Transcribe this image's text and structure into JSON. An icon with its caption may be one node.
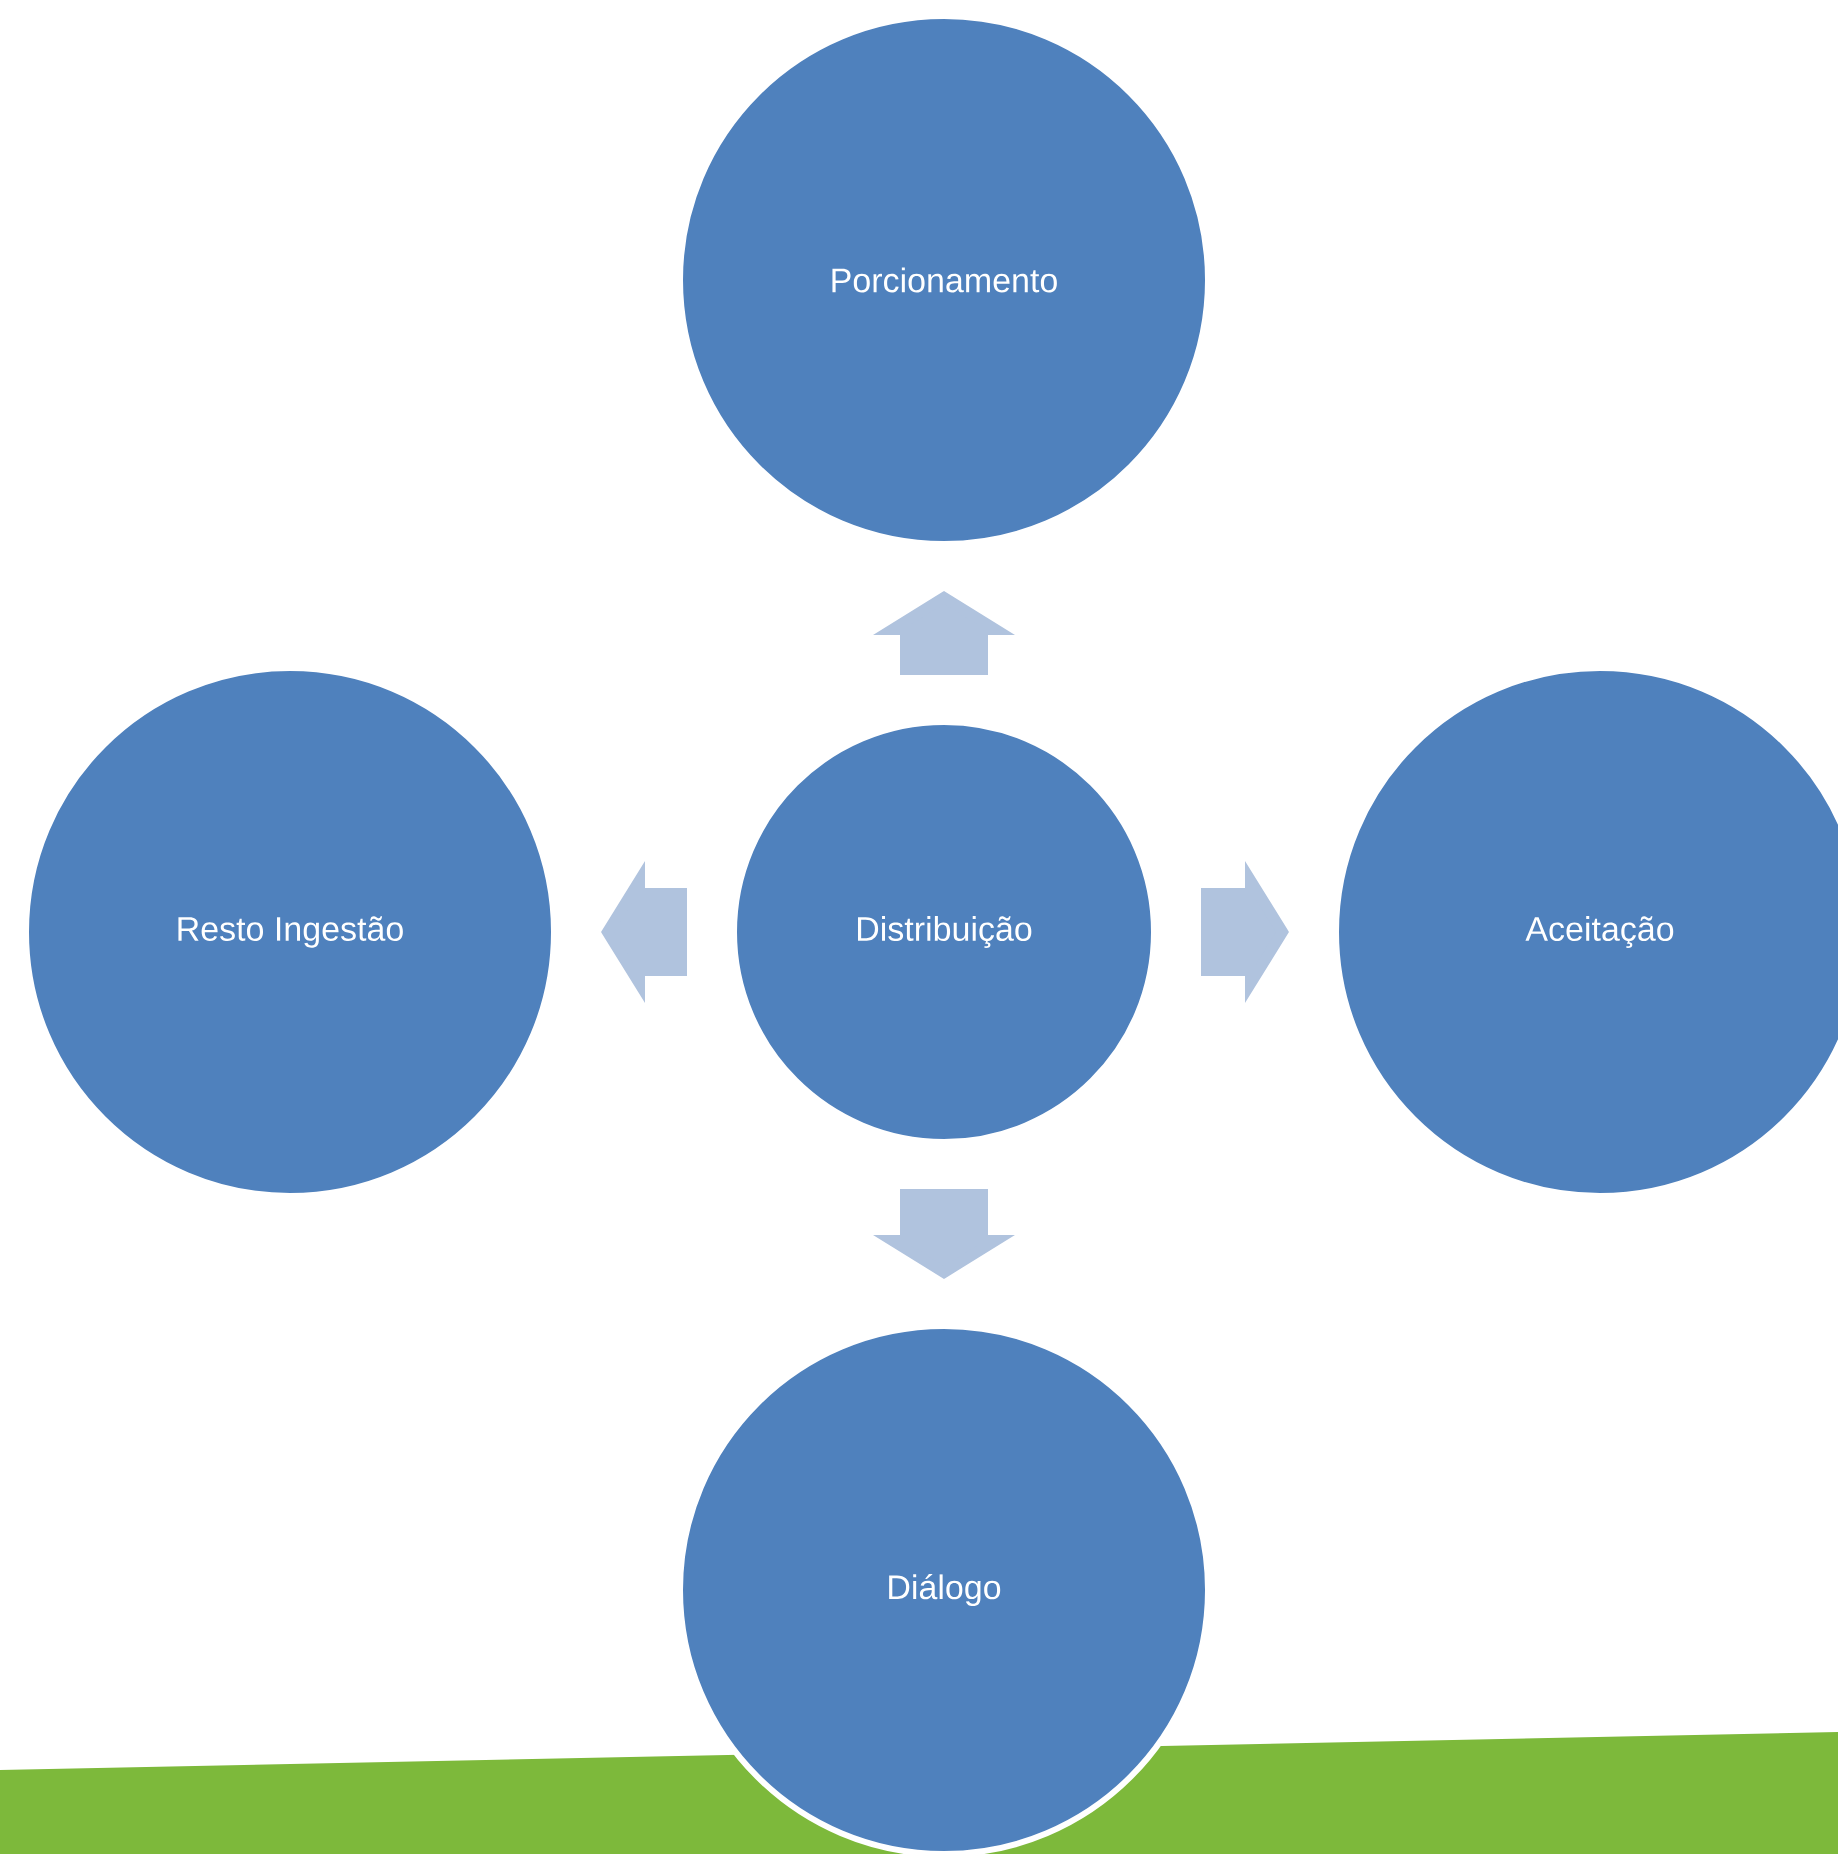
{
  "diagram": {
    "nodes": [
      {
        "text": [
          "Porcionamento"
        ]
      },
      {
        "text": [
          "Resto Ingestão"
        ]
      },
      {
        "text": [
          "Distribuição"
        ]
      },
      {
        "text": [
          "Aceitação"
        ]
      },
      {
        "text": [
          "Diálogo"
        ]
      }
    ],
    "edges": [
      {
        "from": 2,
        "to": 0,
        "arrow": "to"
      },
      {
        "from": 2,
        "to": 1,
        "arrow": "to"
      },
      {
        "from": 2,
        "to": 3,
        "arrow": "to"
      },
      {
        "from": 2,
        "to": 4,
        "arrow": "to"
      }
    ]
  }
}
